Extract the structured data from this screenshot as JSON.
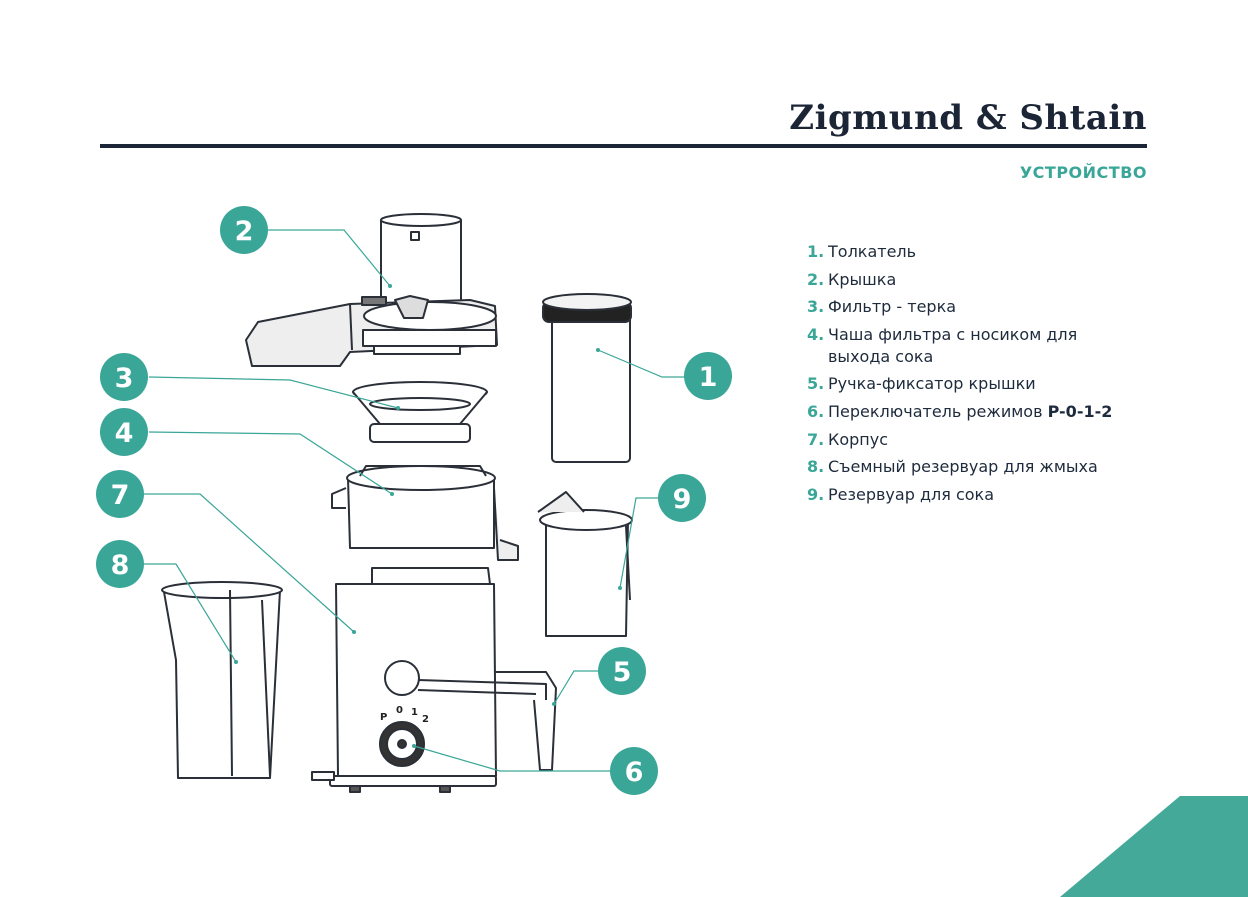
{
  "brand": {
    "name": "Zigmund & Shtain"
  },
  "section_title": "УСТРОЙСТВО",
  "parts": [
    {
      "num": "1.",
      "label": "Толкатель",
      "bold": ""
    },
    {
      "num": "2.",
      "label": "Крышка",
      "bold": ""
    },
    {
      "num": "3.",
      "label": "Фильтр - терка",
      "bold": ""
    },
    {
      "num": "4.",
      "label": "Чаша фильтра с носиком для выхода сока",
      "bold": ""
    },
    {
      "num": "5.",
      "label": "Ручка-фиксатор крышки",
      "bold": ""
    },
    {
      "num": "6.",
      "label": "Переключатель режимов ",
      "bold": "P-0-1-2"
    },
    {
      "num": "7.",
      "label": "Корпус",
      "bold": ""
    },
    {
      "num": "8.",
      "label": "Съемный резервуар для жмыха",
      "bold": ""
    },
    {
      "num": "9.",
      "label": "Резервуар для сока",
      "bold": ""
    }
  ],
  "callouts": [
    "1",
    "2",
    "3",
    "4",
    "5",
    "6",
    "7",
    "8",
    "9"
  ],
  "dial_labels": [
    "P",
    "0",
    "1",
    "2"
  ],
  "colors": {
    "accent": "#3aa698",
    "navy": "#1b2536",
    "text": "#1e2b3c"
  }
}
